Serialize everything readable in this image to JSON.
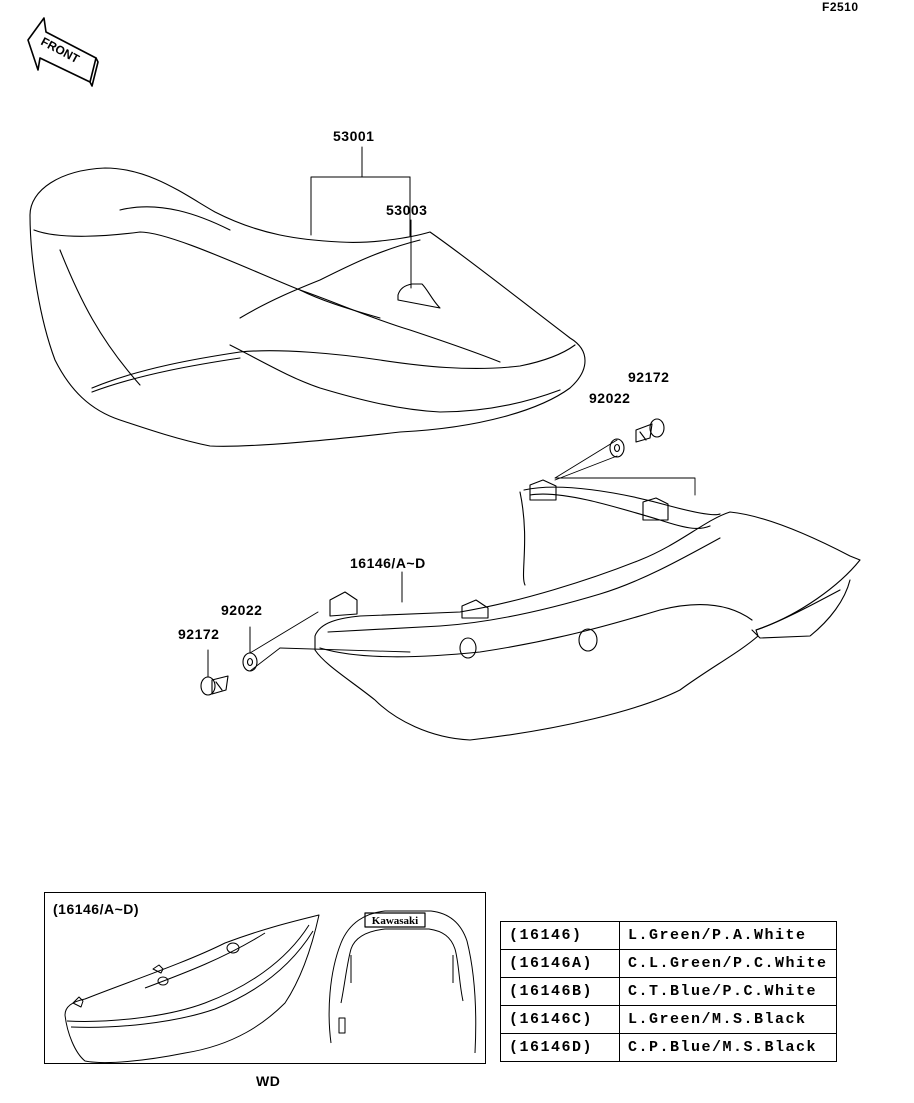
{
  "figure_code": "F2510",
  "front_label": "FRONT",
  "parts": {
    "seat_assy": "53001",
    "seat_sub": "53003",
    "bolt_right": "92172",
    "washer_right": "92022",
    "cover": "16146/A~D",
    "washer_left": "92022",
    "bolt_left": "92172"
  },
  "inset": {
    "title": "(16146/A~D)",
    "logo_text": "Kawasaki",
    "caption": "WD"
  },
  "color_table": [
    {
      "code": "(16146)",
      "color": "L.Green/P.A.White"
    },
    {
      "code": "(16146A)",
      "color": "C.L.Green/P.C.White"
    },
    {
      "code": "(16146B)",
      "color": "C.T.Blue/P.C.White"
    },
    {
      "code": "(16146C)",
      "color": "L.Green/M.S.Black"
    },
    {
      "code": "(16146D)",
      "color": "C.P.Blue/M.S.Black"
    }
  ]
}
